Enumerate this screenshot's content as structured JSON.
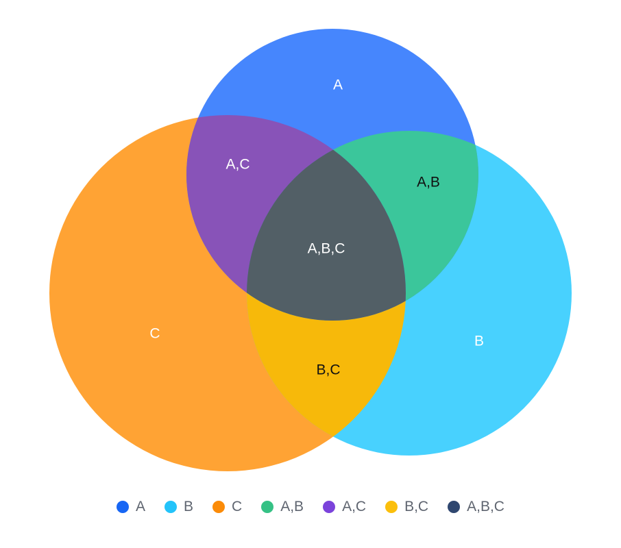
{
  "chart_data": {
    "type": "venn",
    "sets": [
      {
        "name": "A",
        "color": "#4686FD",
        "legend_color": "#1766F4"
      },
      {
        "name": "B",
        "color": "#48D1FE",
        "legend_color": "#23C3FA"
      },
      {
        "name": "C",
        "color": "#FFA334",
        "legend_color": "#FB8B08"
      }
    ],
    "intersections": [
      {
        "name": "A,B",
        "color": "#3BC69B",
        "legend_color": "#35C185"
      },
      {
        "name": "A,C",
        "color": "#8853B8",
        "legend_color": "#7B43DB"
      },
      {
        "name": "B,C",
        "color": "#F7B90A",
        "legend_color": "#FBBF0C"
      },
      {
        "name": "A,B,C",
        "color": "#525F66",
        "legend_color": "#2F4770"
      }
    ],
    "region_label_colors": {
      "A": "#ffffff",
      "B": "#ffffff",
      "C": "#ffffff",
      "A,B": "#111111",
      "A,C": "#ffffff",
      "B,C": "#111111",
      "A,B,C": "#ffffff"
    },
    "legend": {
      "placement": "bottom",
      "items": [
        "A",
        "B",
        "C",
        "A,B",
        "A,C",
        "B,C",
        "A,B,C"
      ]
    }
  }
}
